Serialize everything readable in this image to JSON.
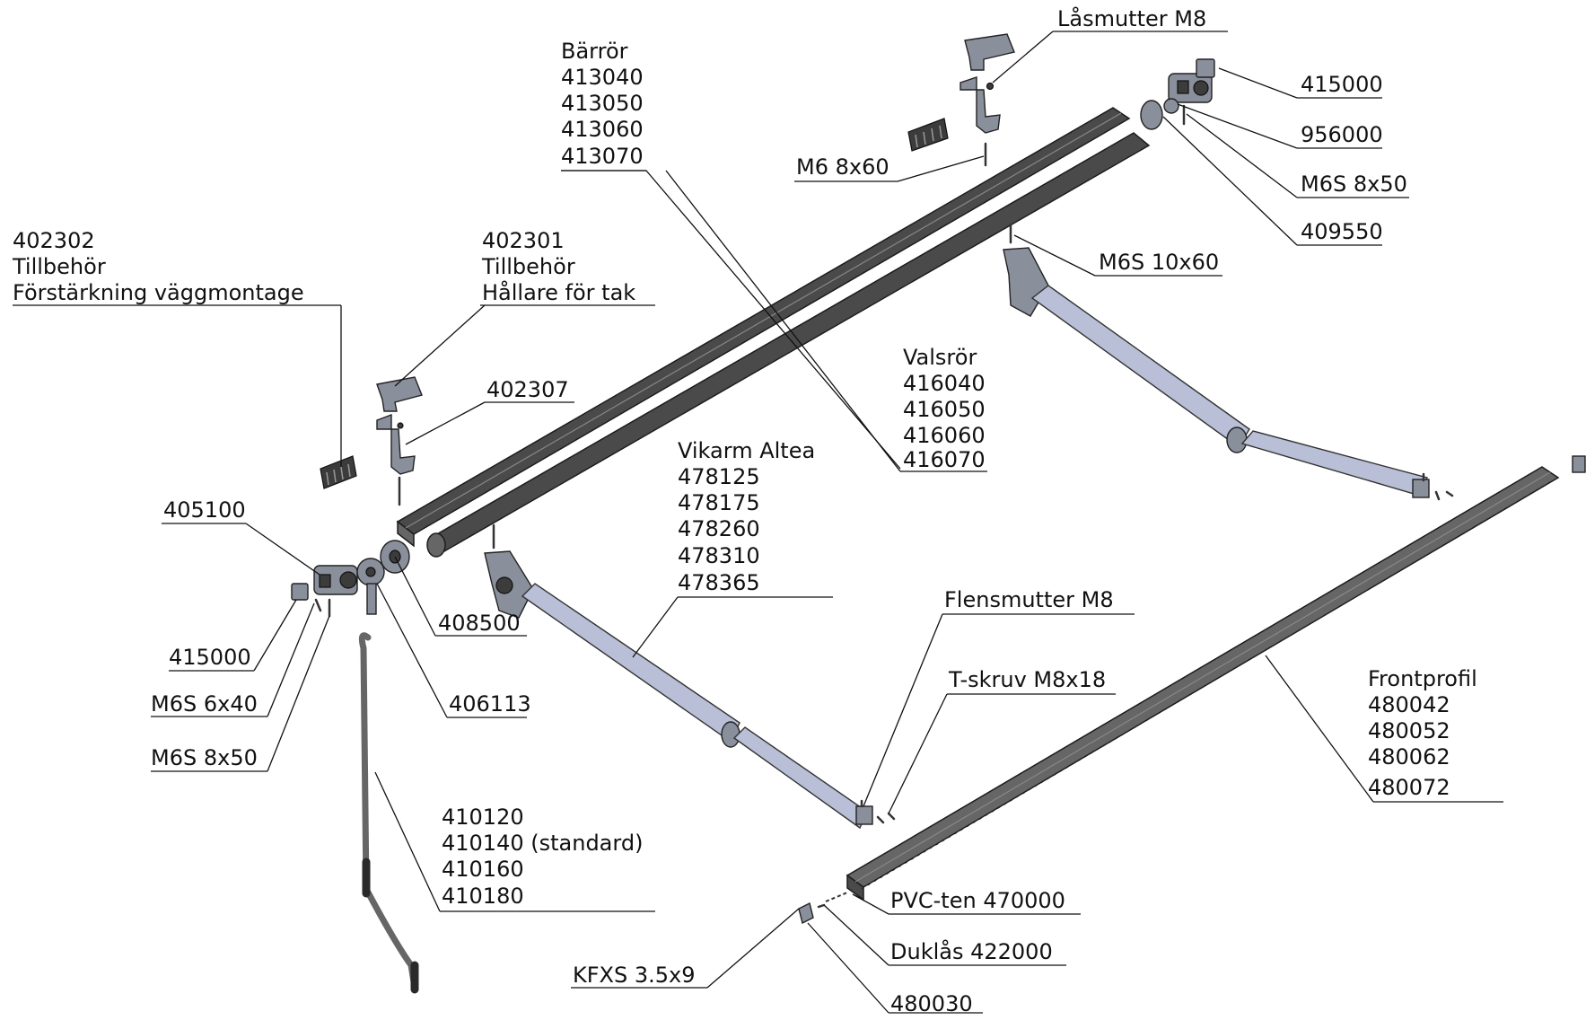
{
  "labels": {
    "lasmutter": "Låsmutter M8",
    "barror_title": "Bärrör",
    "barror_1": "413040",
    "barror_2": "413050",
    "barror_3": "413060",
    "barror_4": "413070",
    "p415000_right": "415000",
    "p956000": "956000",
    "m6s8x50_right": "M6S 8x50",
    "p409550": "409550",
    "m6_8x60": "M6 8x60",
    "m6s10x60": "M6S 10x60",
    "p402302": "402302",
    "tillbehor_1": "Tillbehör",
    "forstarkning": "Förstärkning väggmontage",
    "p402301": "402301",
    "tillbehor_2": "Tillbehör",
    "hallare": "Hållare för tak",
    "p402307": "402307",
    "valsror_title": "Valsrör",
    "valsror_1": "416040",
    "valsror_2": "416050",
    "valsror_3": "416060",
    "valsror_4": "416070",
    "vikarm_title": "Vikarm Altea",
    "vikarm_1": "478125",
    "vikarm_2": "478175",
    "vikarm_3": "478260",
    "vikarm_4": "478310",
    "vikarm_5": "478365",
    "p405100": "405100",
    "p408500": "408500",
    "p415000_left": "415000",
    "m6s6x40": "M6S 6x40",
    "m6s8x50_left": "M6S 8x50",
    "p406113": "406113",
    "flensmutter": "Flensmutter M8",
    "tskruv": "T-skruv M8x18",
    "frontprofil_title": "Frontprofil",
    "frontprofil_1": "480042",
    "frontprofil_2": "480052",
    "frontprofil_3": "480062",
    "frontprofil_4": "480072",
    "vev_1": "410120",
    "vev_2": "410140 (standard)",
    "vev_3": "410160",
    "vev_4": "410180",
    "pvc_ten": "PVC-ten 470000",
    "duklas": "Duklås 422000",
    "kfxs": "KFXS 3.5x9",
    "p480030": "480030"
  }
}
